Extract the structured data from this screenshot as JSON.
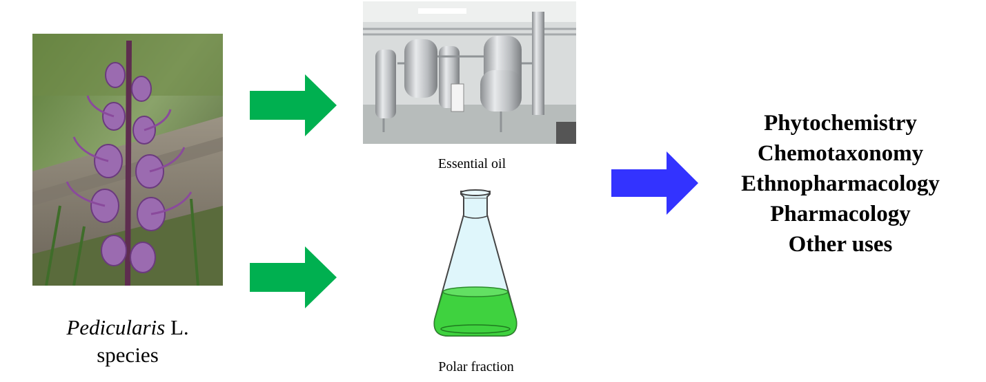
{
  "species": {
    "genus": "Pedicularis",
    "authority": "L.",
    "rank": "species"
  },
  "sources": {
    "essential_oil_label": "Essential oil",
    "polar_fraction_label": "Polar fraction"
  },
  "outcomes": [
    "Phytochemistry",
    "Chemotaxonomy",
    "Ethnopharmacology",
    "Pharmacology",
    "Other uses"
  ],
  "colors": {
    "green_arrow": "#00b050",
    "blue_arrow": "#3333ff",
    "flask_liquid": "#3fd23f",
    "flask_glass": "#dff6fb"
  },
  "icons": {
    "plant": "pedicularis-flower-photo",
    "distillation": "distillation-apparatus-photo",
    "flask": "erlenmeyer-flask-icon"
  }
}
